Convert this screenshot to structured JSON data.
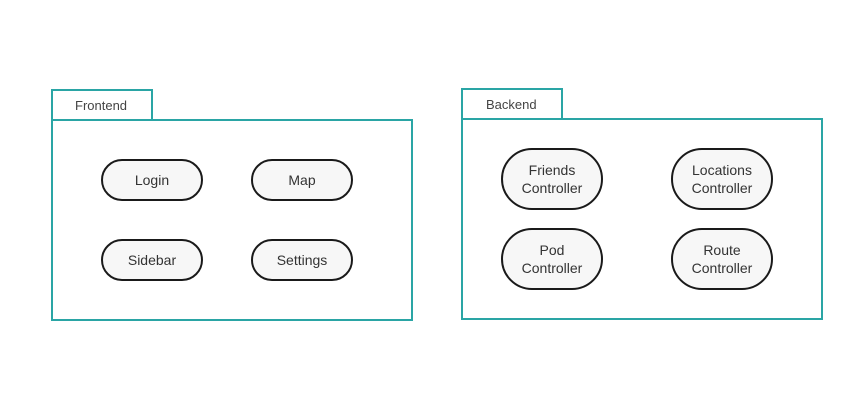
{
  "frontend": {
    "label": "Frontend",
    "components": {
      "login": "Login",
      "map": "Map",
      "sidebar": "Sidebar",
      "settings": "Settings"
    }
  },
  "backend": {
    "label": "Backend",
    "components": {
      "friends": "Friends\nController",
      "locations": "Locations\nController",
      "pod": "Pod\nController",
      "route": "Route\nController"
    }
  },
  "colors": {
    "package_border": "#2aa5a5",
    "node_border": "#1a1a1a",
    "node_fill": "#f7f7f7"
  }
}
